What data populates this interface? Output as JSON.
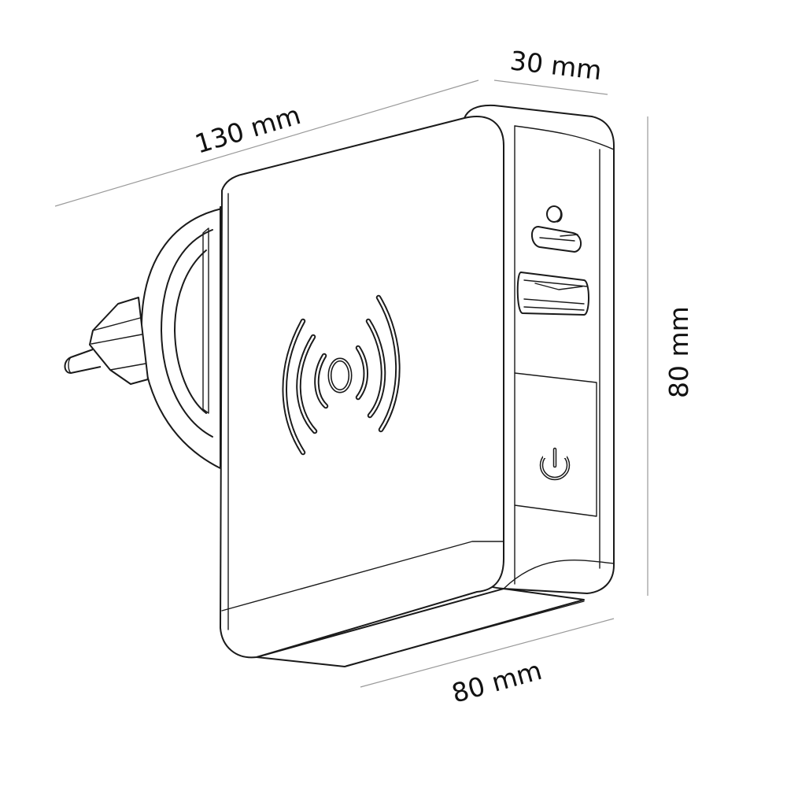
{
  "diagram": {
    "type": "technical-line-drawing",
    "subject": "wall charger power bank with wireless charging pad",
    "colors": {
      "background": "#ffffff",
      "outline": "#1a1a1a",
      "dimension_line": "#9a9a9a",
      "text": "#111111"
    }
  },
  "dimensions": {
    "length": {
      "label": "130 mm",
      "value": 130,
      "unit": "mm",
      "axis": "length (top edge)"
    },
    "depth": {
      "label": "30 mm",
      "value": 30,
      "unit": "mm",
      "axis": "depth (top right)"
    },
    "height": {
      "label": "80 mm",
      "value": 80,
      "unit": "mm",
      "axis": "height (right side, vertical)"
    },
    "width": {
      "label": "80 mm",
      "value": 80,
      "unit": "mm",
      "axis": "width (bottom edge)"
    }
  },
  "features": [
    {
      "name": "wireless-charging-symbol",
      "location": "front face"
    },
    {
      "name": "led-indicator",
      "location": "side panel"
    },
    {
      "name": "usb-c-port",
      "location": "side panel"
    },
    {
      "name": "usb-a-port",
      "location": "side panel"
    },
    {
      "name": "power-button",
      "location": "side panel"
    },
    {
      "name": "eu-plug",
      "location": "back"
    }
  ]
}
